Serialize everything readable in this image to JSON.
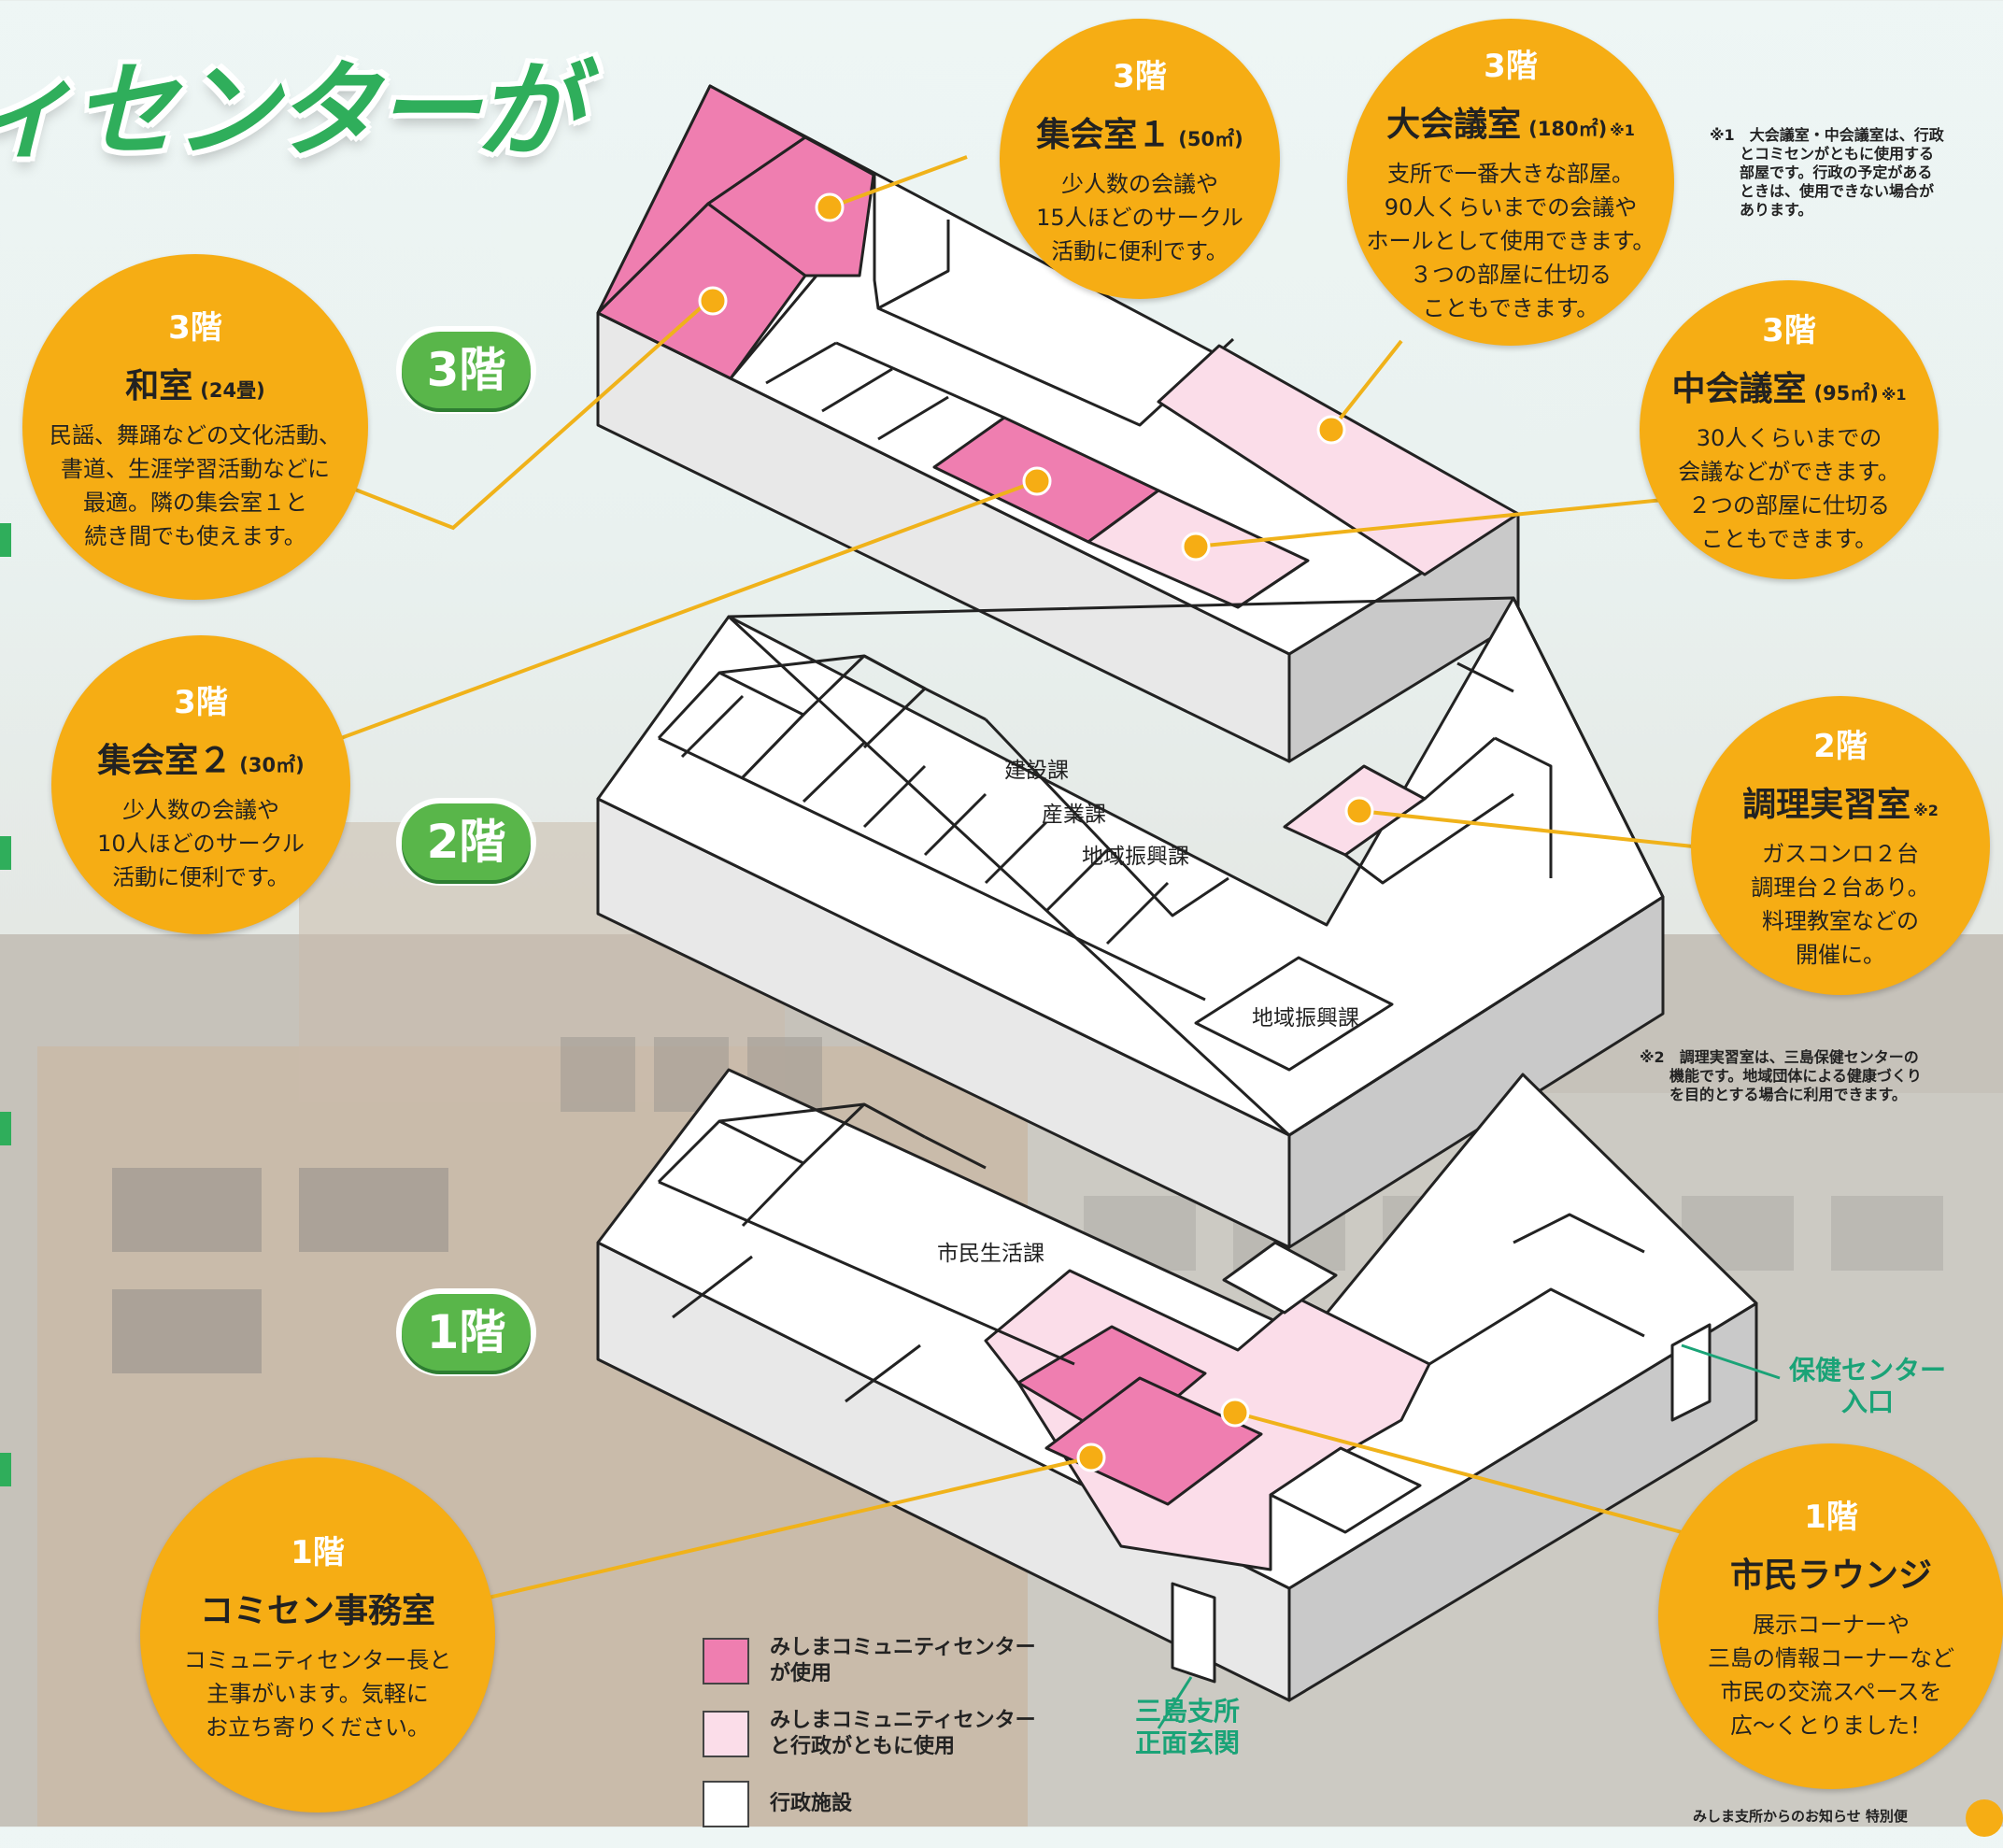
{
  "heading": "ィセンターが",
  "floor_badges": {
    "f3": "3階",
    "f2": "2階",
    "f1": "1階"
  },
  "callouts": {
    "washitsu": {
      "floor": "3階",
      "name": "和室",
      "size": "(24畳)",
      "note": "",
      "desc": [
        "民謡、舞踊などの文化活動、",
        "書道、生涯学習活動などに",
        "最適。隣の集会室１と",
        "続き間でも使えます。"
      ]
    },
    "shukai1": {
      "floor": "3階",
      "name": "集会室１",
      "size": "(50㎡)",
      "note": "",
      "desc": [
        "少人数の会議や",
        "15人ほどのサークル",
        "活動に便利です。"
      ]
    },
    "dai": {
      "floor": "3階",
      "name": "大会議室",
      "size": "(180㎡)",
      "note": "※1",
      "desc": [
        "支所で一番大きな部屋。",
        "90人くらいまでの会議や",
        "ホールとして使用できます。",
        "３つの部屋に仕切る",
        "こともできます。"
      ]
    },
    "chu": {
      "floor": "3階",
      "name": "中会議室",
      "size": "(95㎡)",
      "note": "※1",
      "desc": [
        "30人くらいまでの",
        "会議などができます。",
        "２つの部屋に仕切る",
        "こともできます。"
      ]
    },
    "shukai2": {
      "floor": "3階",
      "name": "集会室２",
      "size": "(30㎡)",
      "note": "",
      "desc": [
        "少人数の会議や",
        "10人ほどのサークル",
        "活動に便利です。"
      ]
    },
    "chori": {
      "floor": "2階",
      "name": "調理実習室",
      "size": "",
      "note": "※2",
      "desc": [
        "ガスコンロ２台",
        "調理台２台あり。",
        "料理教室などの",
        "開催に。"
      ]
    },
    "comisen": {
      "floor": "1階",
      "name": "コミセン事務室",
      "size": "",
      "note": "",
      "desc": [
        "コミュニティセンター長と",
        "主事がいます。気軽に",
        "お立ち寄りください。"
      ]
    },
    "lounge": {
      "floor": "1階",
      "name": "市民ラウンジ",
      "size": "",
      "note": "",
      "desc": [
        "展示コーナーや",
        "三島の情報コーナーなど",
        "市民の交流スペースを",
        "広〜くとりました！"
      ]
    }
  },
  "notes": {
    "n1": [
      "※1　大会議室・中会議室は、行政",
      "とコミセンがともに使用する",
      "部屋です。行政の予定がある",
      "ときは、使用できない場合が",
      "あります。"
    ],
    "n2": [
      "※2　調理実習室は、三島保健センターの",
      "機能です。地域団体による健康づくり",
      "を目的とする場合に利用できます。"
    ]
  },
  "departments": {
    "kensetsu": "建設課",
    "sangyo": "産業課",
    "chiiki_a": "地域振興課",
    "chiiki_b": "地域振興課",
    "shimin": "市民生活課"
  },
  "entrances": {
    "hoken": [
      "保健センター",
      "入口"
    ],
    "main": [
      "三島支所",
      "正面玄関"
    ]
  },
  "legend": [
    {
      "label": [
        "みしまコミュニティセンター",
        "が使用"
      ],
      "color": "#ef7eb0"
    },
    {
      "label": [
        "みしまコミュニティセンター",
        "と行政がともに使用"
      ],
      "color": "#fbdde9"
    },
    {
      "label": [
        "行政施設"
      ],
      "color": "#ffffff"
    }
  ],
  "footer": "みしま支所からのお知らせ 特別便",
  "colors": {
    "accent": "#f6ad14",
    "green": "#2fae5b",
    "badge": "#59b64a",
    "pink": "#ef7eb0",
    "light_pink": "#fbdde9",
    "leader": "#f0b21a"
  }
}
